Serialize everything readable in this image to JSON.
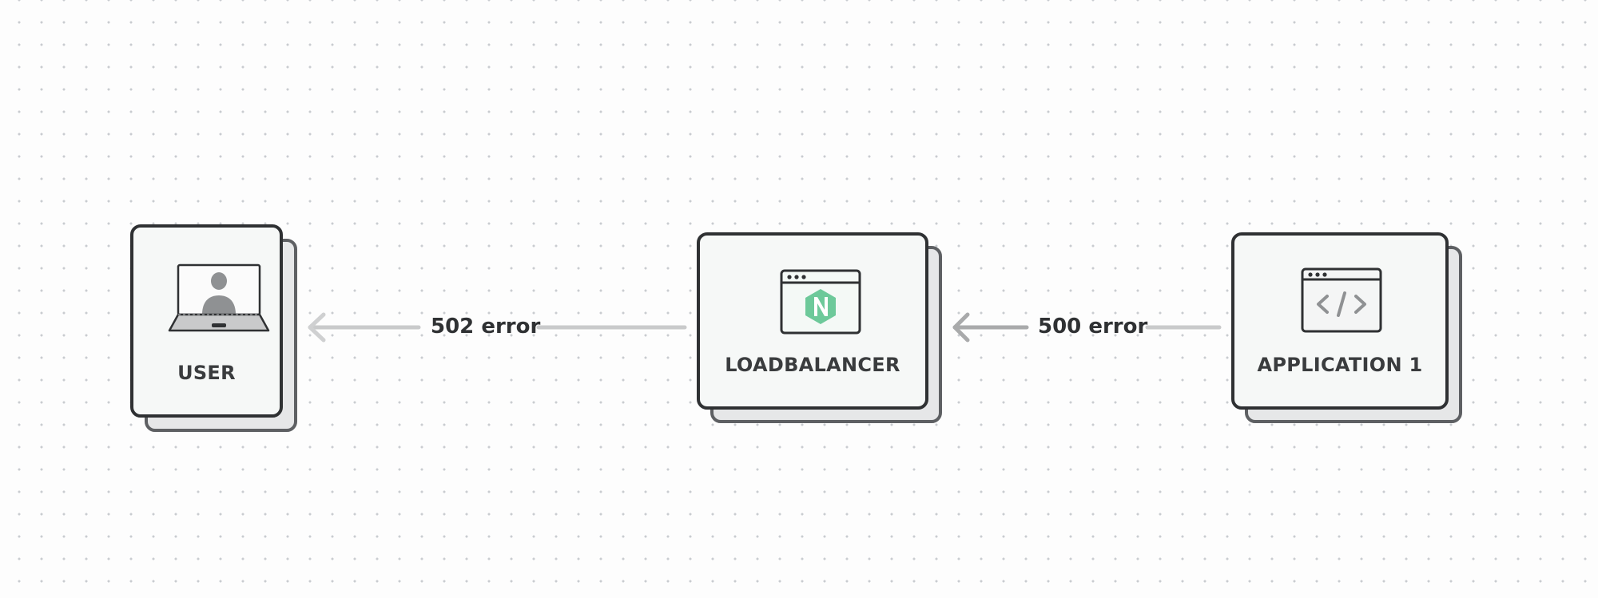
{
  "nodes": {
    "user": {
      "label": "USER",
      "icon": "user-laptop-icon"
    },
    "loadbalancer": {
      "label": "LOADBALANCER",
      "icon": "nginx-window-icon"
    },
    "application": {
      "label": "APPLICATION 1",
      "icon": "code-window-icon"
    }
  },
  "edges": [
    {
      "from": "loadbalancer",
      "to": "user",
      "label": "502 error"
    },
    {
      "from": "application",
      "to": "loadbalancer",
      "label": "500 error"
    }
  ],
  "colors": {
    "card_border": "#2f3133",
    "card_fill": "#f6f8f7",
    "shadow_border": "#5e6063",
    "shadow_fill": "#e6e7e8",
    "edge_line": "#c9cacb",
    "edge_arrow_502": "#cfd0d1",
    "edge_arrow_500": "#a9aaab",
    "nginx_green": "#6dc99a"
  }
}
